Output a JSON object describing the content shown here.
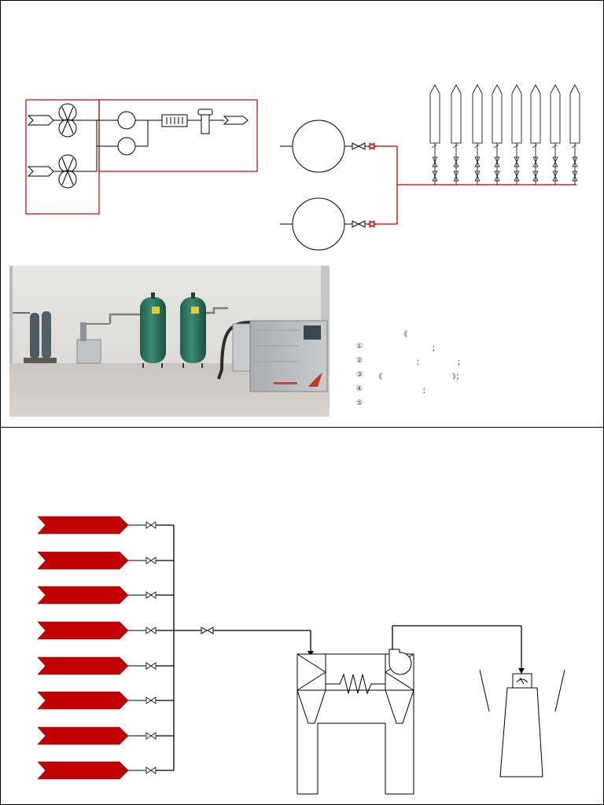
{
  "notes": {
    "bracket_open": "《",
    "items": [
      {
        "marker": "①",
        "mid": "",
        "end": "；"
      },
      {
        "marker": "②",
        "mid": "：",
        "end": "；"
      },
      {
        "marker": "③",
        "mid": "《",
        "end": "》；"
      },
      {
        "marker": "④",
        "mid": "：",
        "end": ""
      },
      {
        "marker": "⑤",
        "mid": "",
        "end": ""
      }
    ]
  },
  "photo": {
    "description_icon": "compressor-room-photo"
  },
  "colors": {
    "outline_box": "#c00000",
    "pipe_red": "#c00000",
    "arrow_red": "#c00000",
    "line": "#000000"
  },
  "panels": {
    "top": {
      "compressor_count": 2,
      "tank_count": 2,
      "dryer_count": 8
    },
    "bottom": {
      "inlet_arrow_count": 8
    }
  }
}
